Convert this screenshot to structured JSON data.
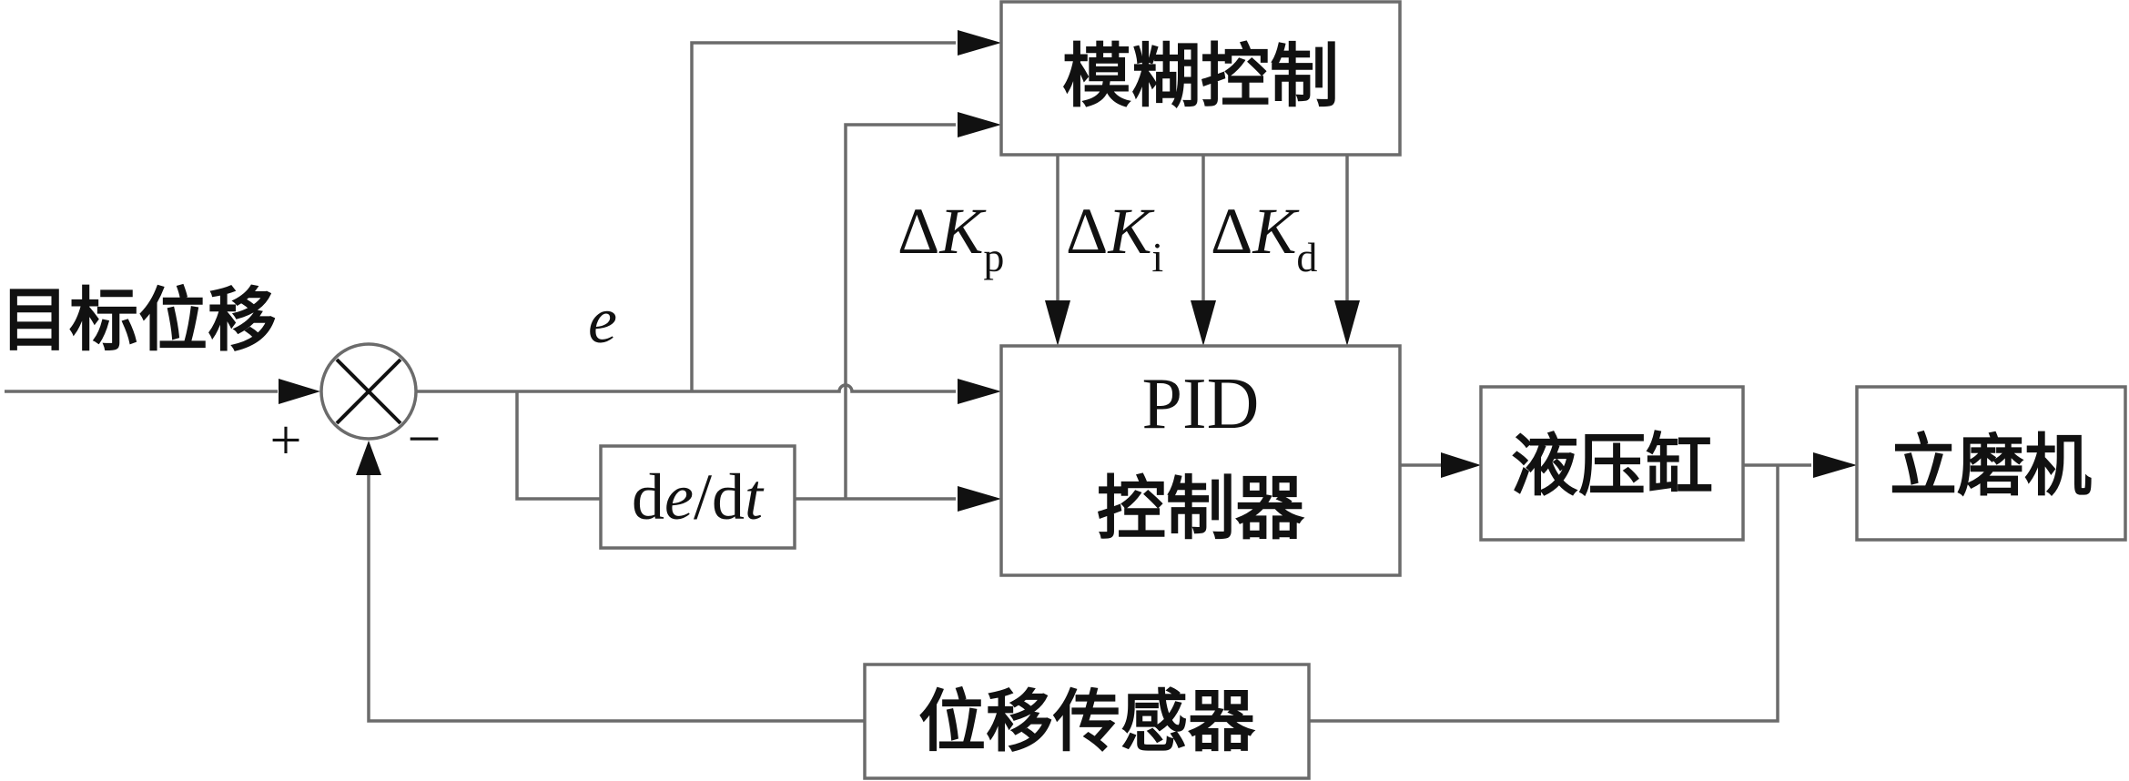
{
  "blocks": {
    "fuzzy": "模糊控制",
    "pid_line1": "PID",
    "pid_line2": "控制器",
    "derivative": {
      "d1": "d",
      "e": "e",
      "slash": "/d",
      "t": "t"
    },
    "cylinder": "液压缸",
    "mill": "立磨机",
    "sensor": "位移传感器"
  },
  "signals": {
    "input": "目标位移",
    "error": "e",
    "plus": "+",
    "minus": "−",
    "gains": [
      {
        "delta": "Δ",
        "k": "K",
        "sub": "p"
      },
      {
        "delta": "Δ",
        "k": "K",
        "sub": "i"
      },
      {
        "delta": "Δ",
        "k": "K",
        "sub": "d"
      }
    ]
  }
}
